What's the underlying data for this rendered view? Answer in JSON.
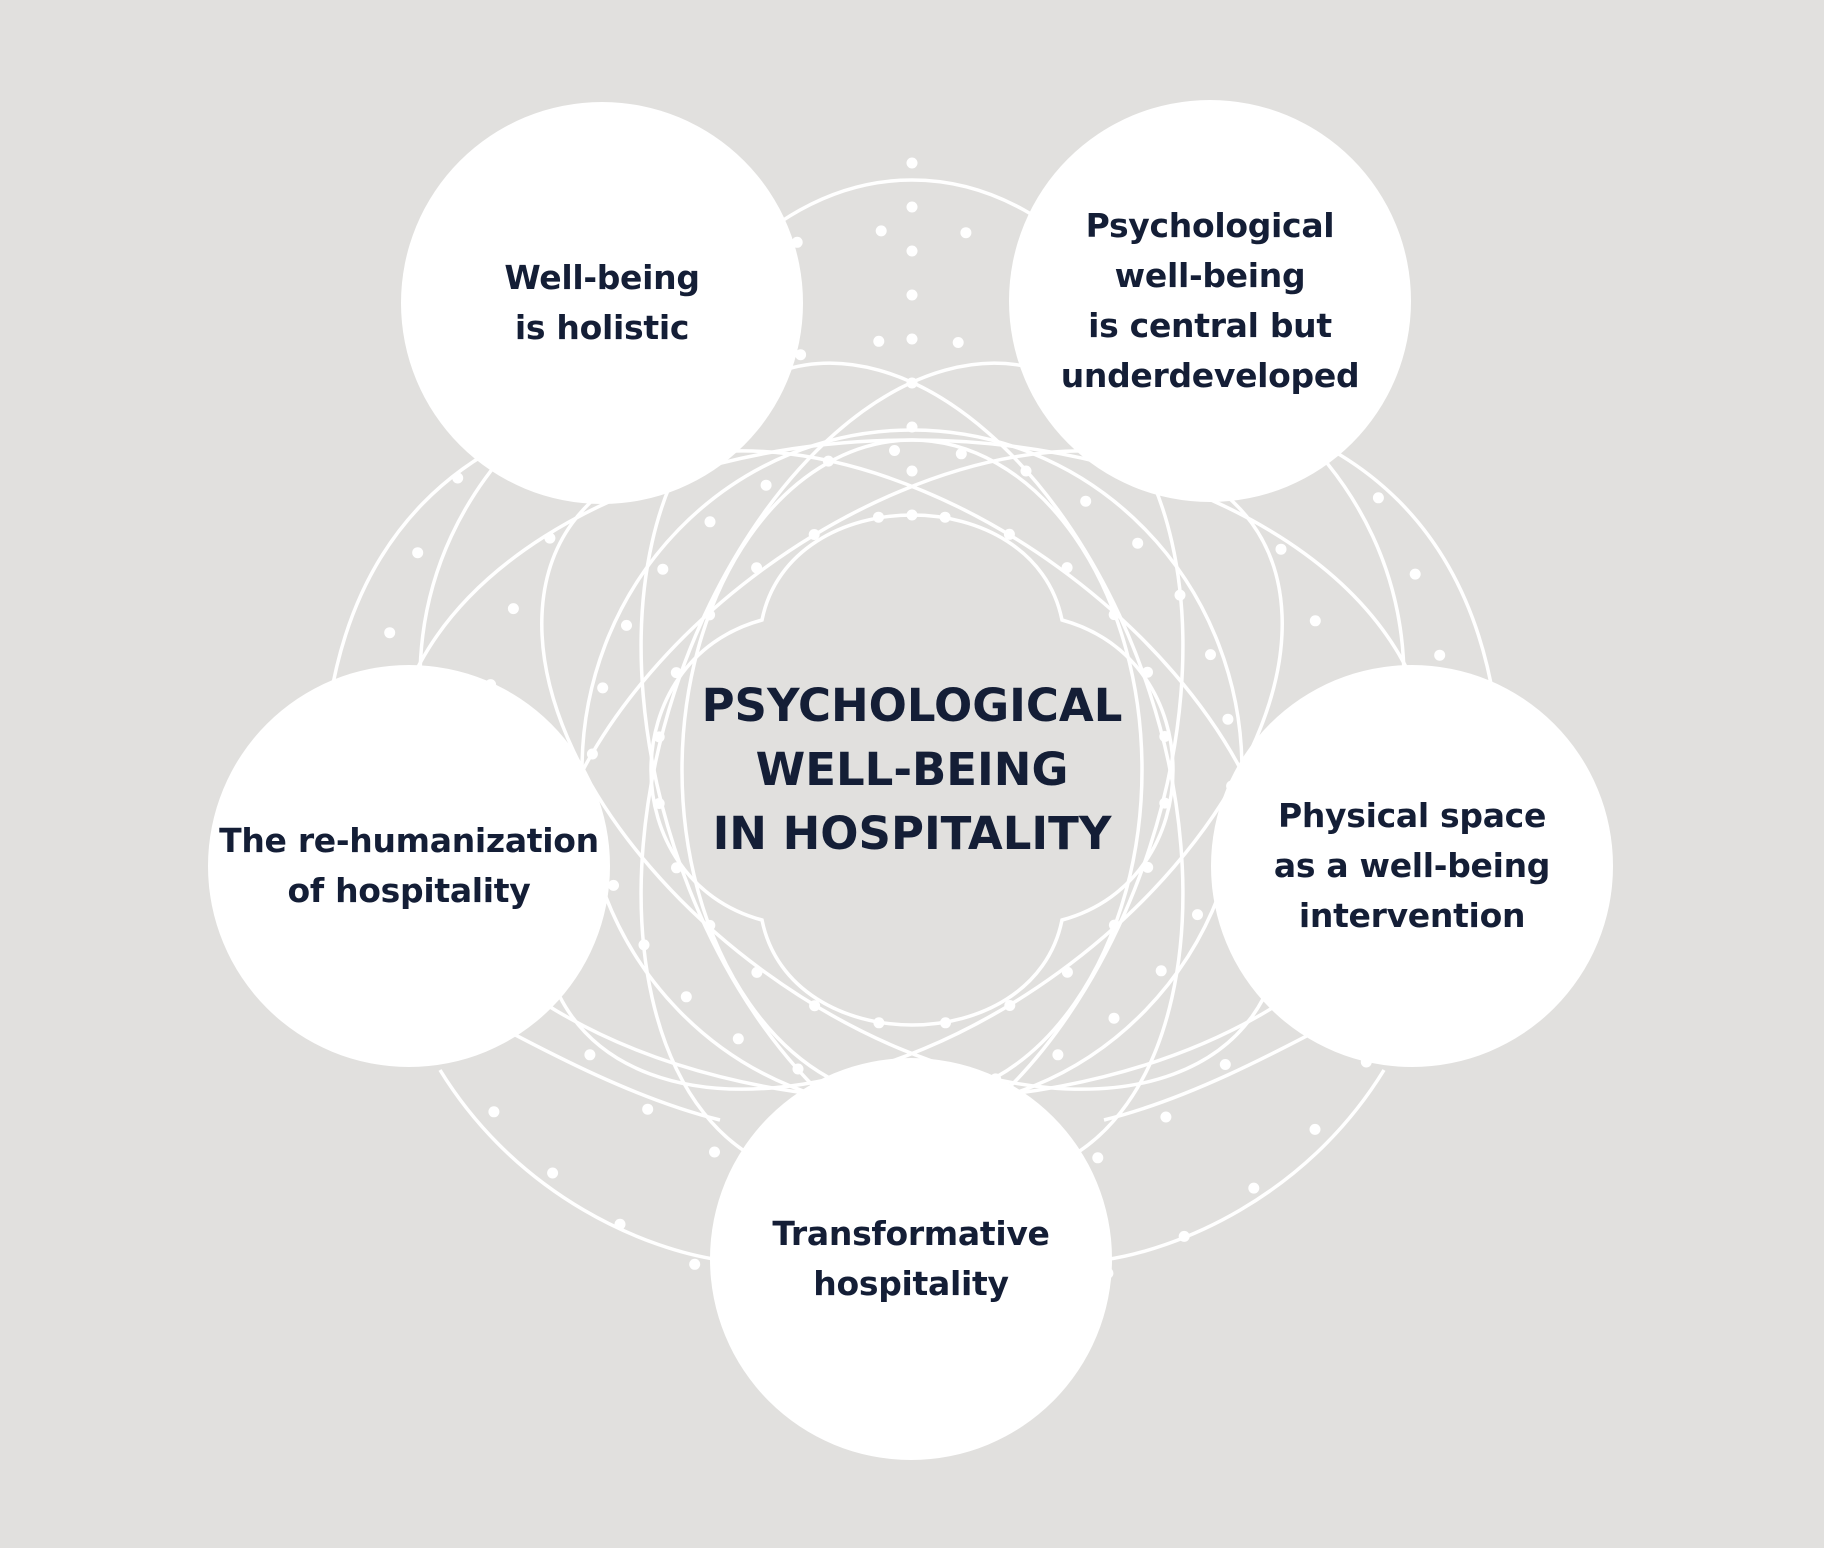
{
  "center": {
    "title": "PSYCHOLOGICAL\nWELL-BEING\nIN HOSPITALITY"
  },
  "nodes": {
    "top_left": "Well-being\nis holistic",
    "top_right": "Psychological\nwell-being\nis central but\nunderdeveloped",
    "left": "The re-humanization\nof hospitality",
    "right": "Physical space\nas a well-being\nintervention",
    "bottom": "Transformative\nhospitality"
  },
  "colors": {
    "background": "#e1e0de",
    "node_fill": "#ffffff",
    "text": "#141e36",
    "decoration": "#ffffff"
  }
}
